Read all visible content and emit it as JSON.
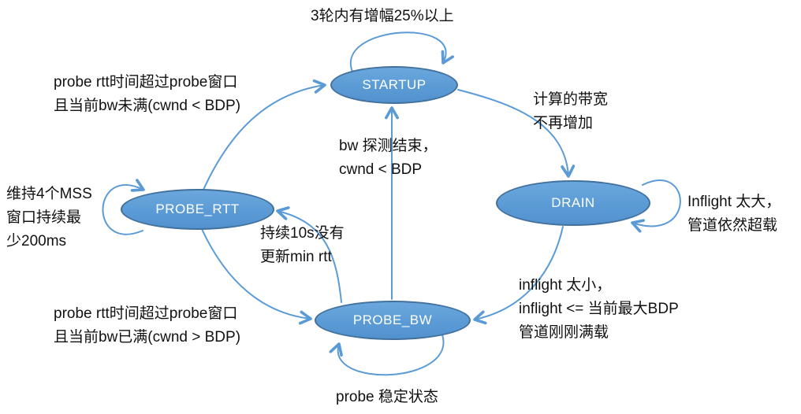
{
  "diagram": {
    "type": "state-machine",
    "states": [
      {
        "id": "startup",
        "label": "STARTUP"
      },
      {
        "id": "drain",
        "label": "DRAIN"
      },
      {
        "id": "probe_rtt",
        "label": "PROBE_RTT"
      },
      {
        "id": "probe_bw",
        "label": "PROBE_BW"
      }
    ],
    "edges": {
      "startup_self": {
        "from": "startup",
        "to": "startup",
        "label": "3轮内有增幅25%以上"
      },
      "startup_to_drain": {
        "from": "startup",
        "to": "drain",
        "label": "计算的带宽\n不再增加"
      },
      "drain_self": {
        "from": "drain",
        "to": "drain",
        "label": "Inflight 太大，\n管道依然超载"
      },
      "drain_to_probe_bw": {
        "from": "drain",
        "to": "probe_bw",
        "label": "inflight 太小，\ninflight <= 当前最大BDP\n管道刚刚满载"
      },
      "probe_bw_self": {
        "from": "probe_bw",
        "to": "probe_bw",
        "label": "probe 稳定状态"
      },
      "probe_bw_to_startup": {
        "from": "probe_bw",
        "to": "startup",
        "label": "bw 探测结束，\ncwnd < BDP"
      },
      "probe_bw_to_probe_rtt": {
        "from": "probe_bw",
        "to": "probe_rtt",
        "label": "持续10s没有\n更新min rtt"
      },
      "probe_rtt_self": {
        "from": "probe_rtt",
        "to": "probe_rtt",
        "label": "维持4个MSS\n窗口持续最\n少200ms"
      },
      "probe_rtt_to_startup": {
        "from": "probe_rtt",
        "to": "startup",
        "label": "probe rtt时间超过probe窗口\n且当前bw未满(cwnd < BDP)"
      },
      "probe_rtt_to_probe_bw": {
        "from": "probe_rtt",
        "to": "probe_bw",
        "label": "probe rtt时间超过probe窗口\n且当前bw已满(cwnd > BDP)"
      }
    },
    "colors": {
      "state_fill": "#5B9BD5",
      "state_border": "#41719C",
      "state_text": "#FFFFFF",
      "arrow": "#5B9BD5",
      "label_text": "#111111"
    }
  }
}
